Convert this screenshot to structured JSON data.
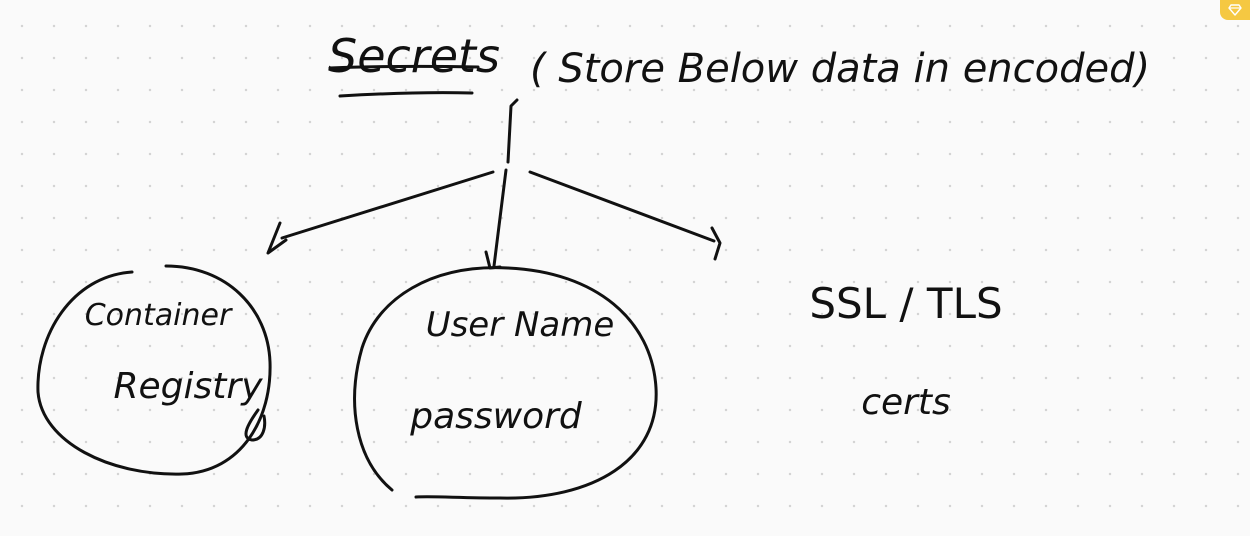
{
  "title": "Secrets",
  "subtitle": "( Store Below data in encoded)",
  "nodes": [
    {
      "id": "registry",
      "lines": [
        "Container",
        "Registry"
      ]
    },
    {
      "id": "credentials",
      "lines": [
        "User Name",
        "password"
      ]
    },
    {
      "id": "tls",
      "lines": [
        "SSL / TLS",
        "certs"
      ]
    }
  ],
  "colors": {
    "ink": "#111111",
    "background": "#fafafa",
    "grid_dot": "#d4d4d4",
    "badge": "#f5c842"
  },
  "icons": {
    "corner_badge": "diamond-icon"
  }
}
